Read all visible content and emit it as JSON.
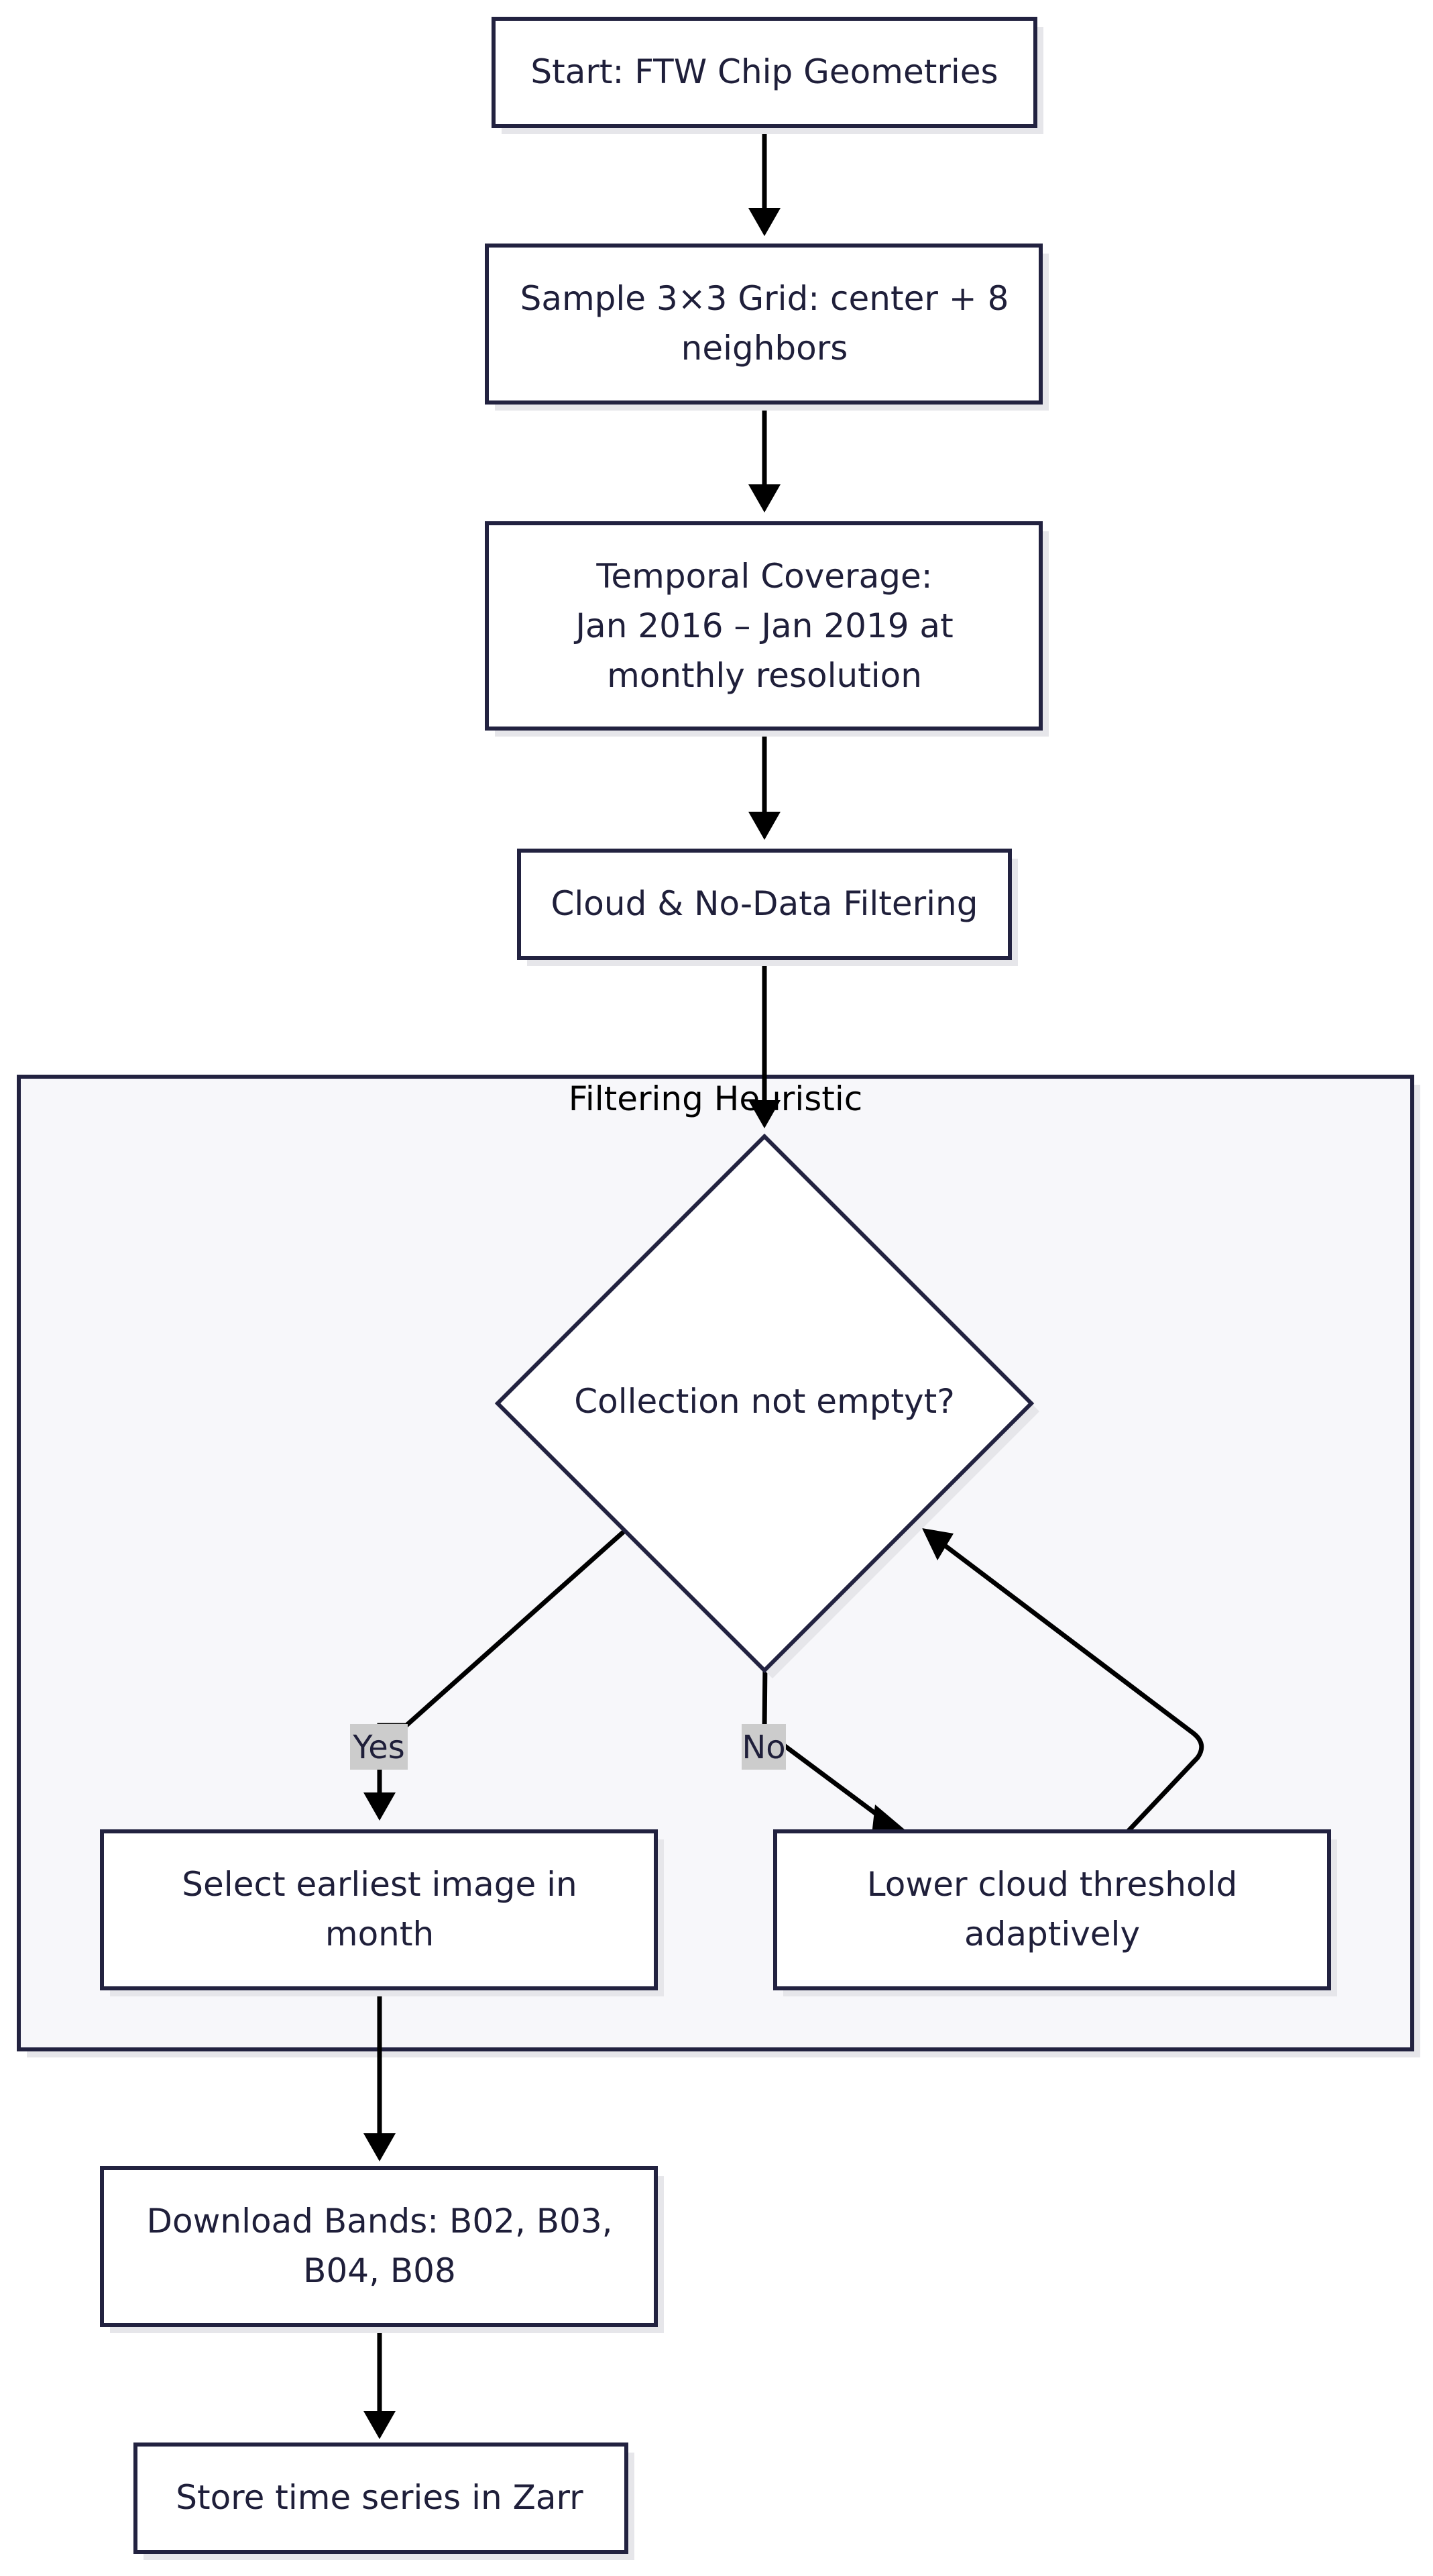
{
  "nodes": {
    "start": {
      "lines": [
        "Start: FTW Chip Geometries"
      ]
    },
    "sample": {
      "lines": [
        "Sample 3×3 Grid: center + 8",
        "neighbors"
      ]
    },
    "temporal": {
      "lines": [
        "Temporal Coverage:",
        "Jan 2016 – Jan 2019 at",
        "monthly resolution"
      ]
    },
    "filter": {
      "lines": [
        "Cloud & No-Data Filtering"
      ]
    },
    "decision": {
      "lines": [
        "Collection not emptyt?"
      ]
    },
    "select": {
      "lines": [
        "Select earliest image in",
        "month"
      ]
    },
    "lower": {
      "lines": [
        "Lower cloud threshold",
        "adaptively"
      ]
    },
    "download": {
      "lines": [
        "Download Bands: B02, B03,",
        "B04, B08"
      ]
    },
    "store": {
      "lines": [
        "Store time series in Zarr"
      ]
    }
  },
  "cluster": {
    "title": "Filtering Heuristic"
  },
  "edges": {
    "yes_label": "Yes",
    "no_label": "No"
  }
}
